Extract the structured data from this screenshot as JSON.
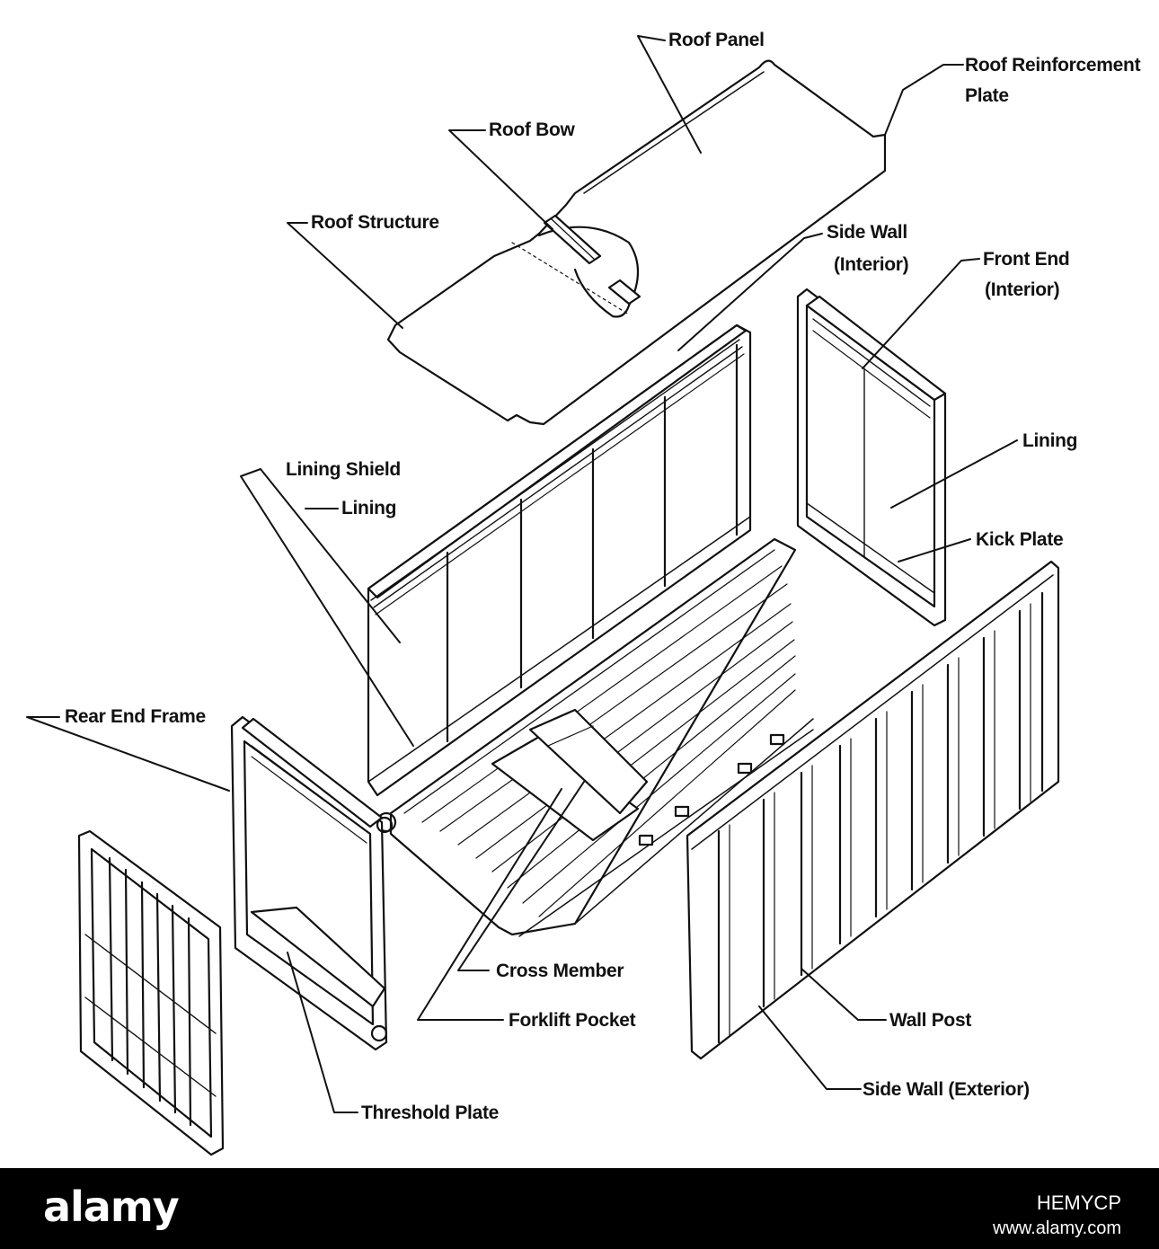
{
  "labels": {
    "roof_panel": "Roof Panel",
    "roof_reinforcement_plate_1": "Roof Reinforcement",
    "roof_reinforcement_plate_2": "Plate",
    "roof_bow": "Roof Bow",
    "roof_structure": "Roof Structure",
    "side_wall_interior_1": "Side Wall",
    "side_wall_interior_2": "(Interior)",
    "front_end_interior_1": "Front End",
    "front_end_interior_2": "(Interior)",
    "lining_shield": "Lining Shield",
    "lining_left": "Lining",
    "lining_right": "Lining",
    "kick_plate": "Kick Plate",
    "rear_end_frame": "Rear End Frame",
    "cross_member": "Cross Member",
    "forklift_pocket": "Forklift Pocket",
    "wall_post": "Wall Post",
    "side_wall_exterior": "Side Wall (Exterior)",
    "threshold_plate": "Threshold Plate"
  },
  "footer": {
    "brand": "alamy",
    "image_ref": "HEMYCP",
    "site": "www.alamy.com"
  },
  "colors": {
    "ink": "#111111",
    "footer_bg": "#000000",
    "footer_text": "#ffffff"
  }
}
